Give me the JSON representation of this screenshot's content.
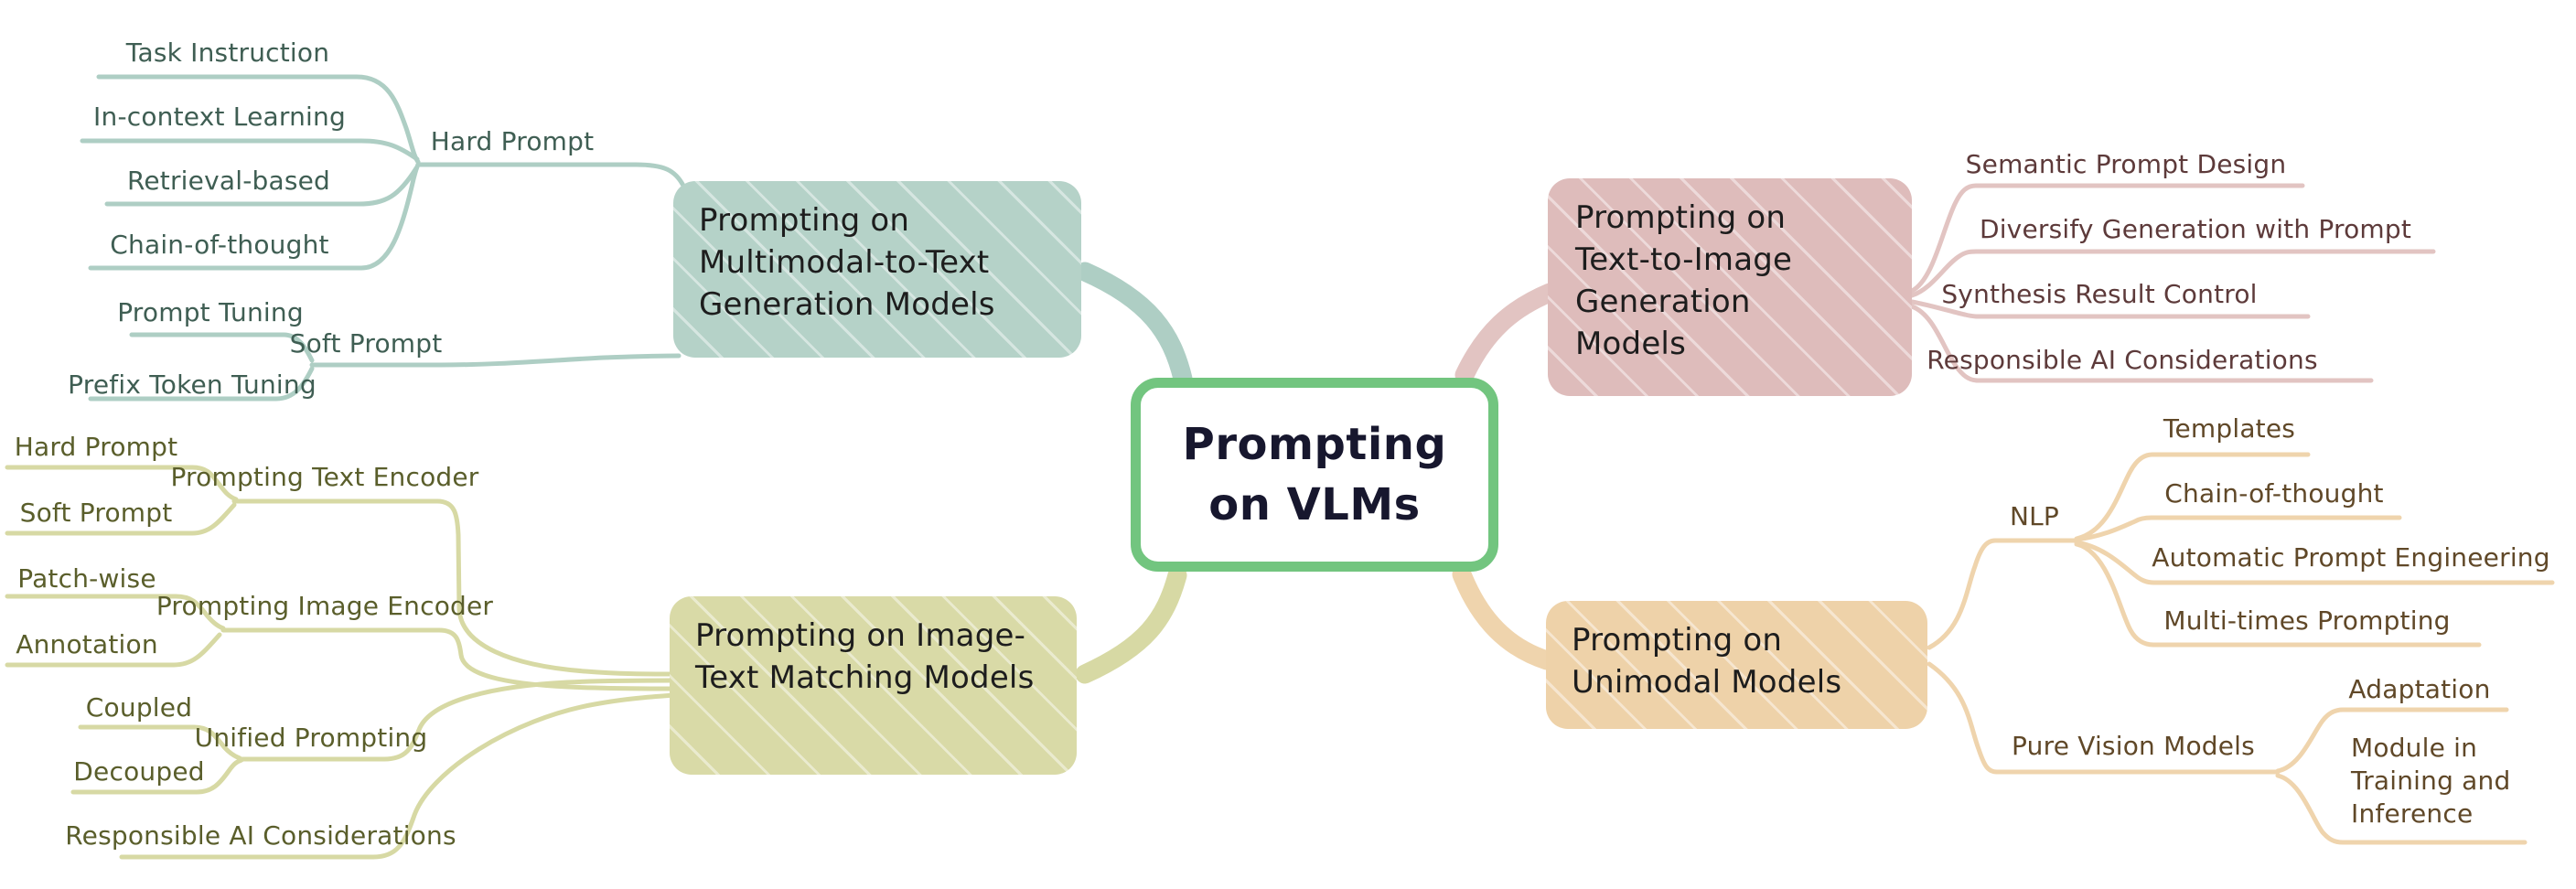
{
  "root": {
    "title": "Prompting on VLMs"
  },
  "branches": {
    "multimodal": {
      "title": "Prompting on Multimodal-to-Text Generation Models",
      "labels": {
        "task_instruction": "Task Instruction",
        "in_context": "In-context Learning",
        "retrieval": "Retrieval-based",
        "chain_of_thought": "Chain-of-thought",
        "hard_prompt": "Hard Prompt",
        "prompt_tuning": "Prompt Tuning",
        "prefix_token_tuning": "Prefix Token Tuning",
        "soft_prompt": "Soft Prompt"
      }
    },
    "matching": {
      "title": "Prompting on Image-Text Matching Models",
      "labels": {
        "hard_prompt": "Hard Prompt",
        "soft_prompt": "Soft Prompt",
        "text_encoder": "Prompting Text Encoder",
        "patch_wise": "Patch-wise",
        "annotation": "Annotation",
        "image_encoder": "Prompting Image Encoder",
        "coupled": "Coupled",
        "decouped": "Decouped",
        "unified": "Unified Prompting",
        "responsible": "Responsible AI Considerations"
      }
    },
    "text2image": {
      "title": "Prompting on Text-to-Image Generation Models",
      "labels": {
        "semantic": "Semantic Prompt Design",
        "diversify": "Diversify Generation with Prompt",
        "synthesis": "Synthesis Result Control",
        "responsible": "Responsible AI Considerations"
      }
    },
    "unimodal": {
      "title": "Prompting on Unimodal Models",
      "labels": {
        "nlp": "NLP",
        "templates": "Templates",
        "chain_of_thought": "Chain-of-thought",
        "auto_prompt_eng": "Automatic Prompt Engineering",
        "multi_times": "Multi-times Prompting",
        "pure_vision": "Pure Vision Models",
        "adaptation": "Adaptation",
        "module_in_training": "Module in Training and Inference"
      }
    }
  },
  "colors": {
    "background": "#ffffff",
    "center_border": "#72c57f",
    "center_text": "#17172e",
    "box_text": "#1d1d1d",
    "teal_fill": "#b5d2c8",
    "teal_line": "#aecec4",
    "teal_text": "#3f5e53",
    "olive_fill": "#d9daa7",
    "olive_line": "#d7d9a4",
    "olive_text": "#5a5e2b",
    "rose_fill": "#debcbb",
    "rose_line": "#e2c4c2",
    "rose_text": "#5d3a3a",
    "tan_fill": "#eed2a9",
    "tan_line": "#efd4ad",
    "tan_text": "#604828"
  }
}
